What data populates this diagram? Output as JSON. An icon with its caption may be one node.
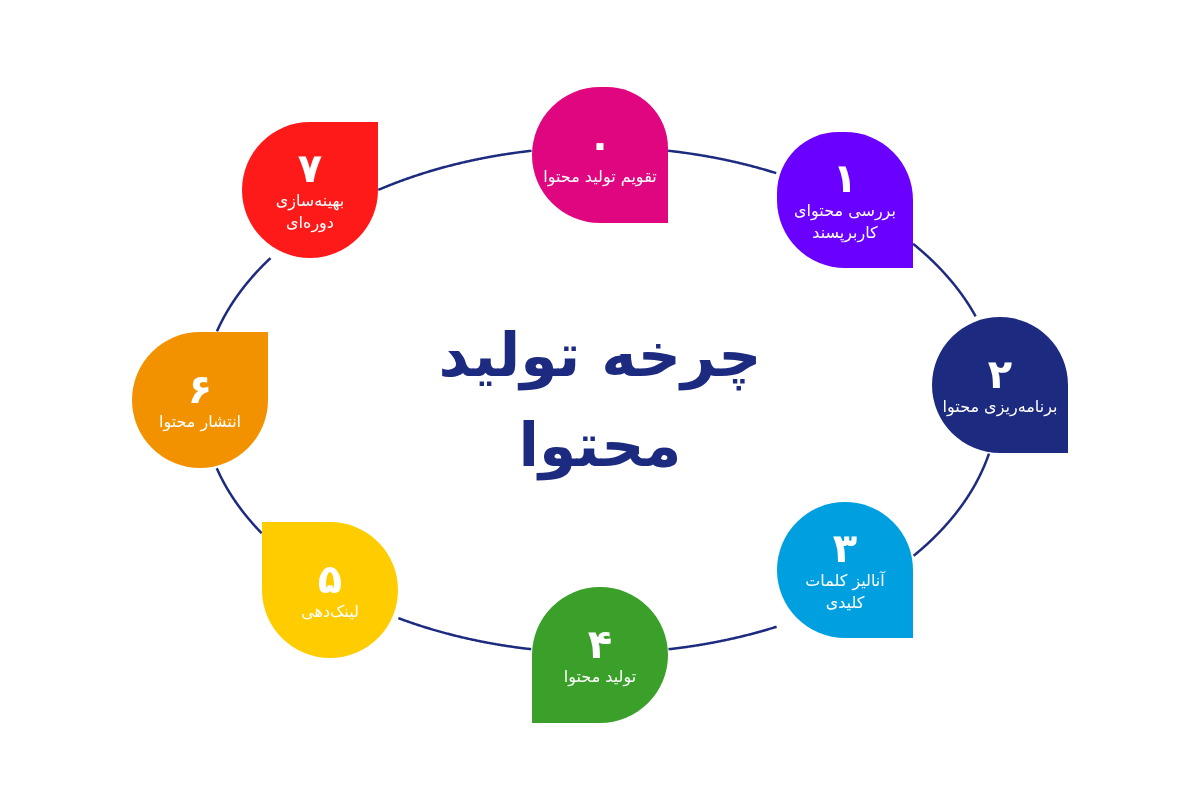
{
  "diagram": {
    "title": "چرخه تولید محتوا",
    "nodes": [
      {
        "text": [
          "۰",
          "تقویم تولید محتوا"
        ]
      },
      {
        "text": [
          "۱",
          "بررسی محتوای کاربرپسند"
        ]
      },
      {
        "text": [
          "۲",
          "برنامه‌ریزی محتوا"
        ]
      },
      {
        "text": [
          "۳",
          "آنالیز کلمات کلیدی"
        ]
      },
      {
        "text": [
          "۴",
          "تولید محتوا"
        ]
      },
      {
        "text": [
          "۵",
          "لینک‌دهی"
        ]
      },
      {
        "text": [
          "۶",
          "انتشار محتوا"
        ]
      },
      {
        "text": [
          "۷",
          "بهینه‌سازی دوره‌ای"
        ]
      }
    ],
    "edges": [
      {
        "from": 0,
        "to": 1,
        "arrow": "none"
      },
      {
        "from": 1,
        "to": 2,
        "arrow": "none"
      },
      {
        "from": 2,
        "to": 3,
        "arrow": "none"
      },
      {
        "from": 3,
        "to": 4,
        "arrow": "none"
      },
      {
        "from": 4,
        "to": 5,
        "arrow": "none"
      },
      {
        "from": 5,
        "to": 6,
        "arrow": "none"
      },
      {
        "from": 6,
        "to": 7,
        "arrow": "none"
      },
      {
        "from": 7,
        "to": 0,
        "arrow": "none"
      }
    ]
  }
}
